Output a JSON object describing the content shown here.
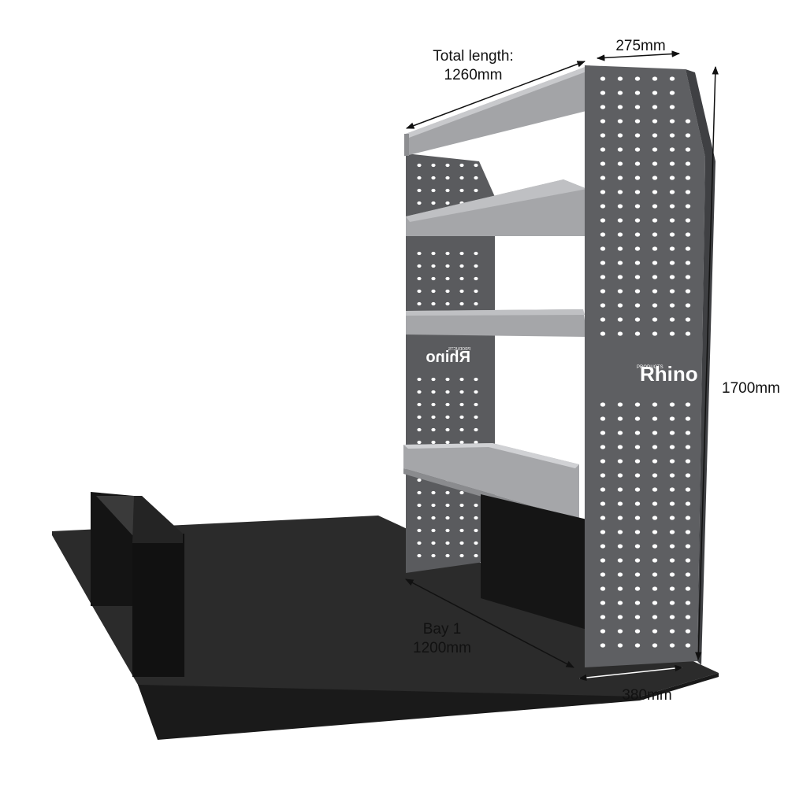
{
  "dimensions": {
    "total_length": {
      "line1": "Total length:",
      "line2": "1260mm"
    },
    "depth_top": "275mm",
    "height": "1700mm",
    "bay": {
      "line1": "Bay 1",
      "line2": "1200mm"
    },
    "depth_bottom": "380mm"
  },
  "branding": {
    "logo_word": "Rhino",
    "logo_subword": "PRODUCTS"
  },
  "colors": {
    "floor": "#2b2b2b",
    "panel": "#5e5f62",
    "panel_dark": "#4a4b4e",
    "shelf": "#a9aaad",
    "shelf_light": "#c4c5c8",
    "hole": "#ffffff"
  }
}
